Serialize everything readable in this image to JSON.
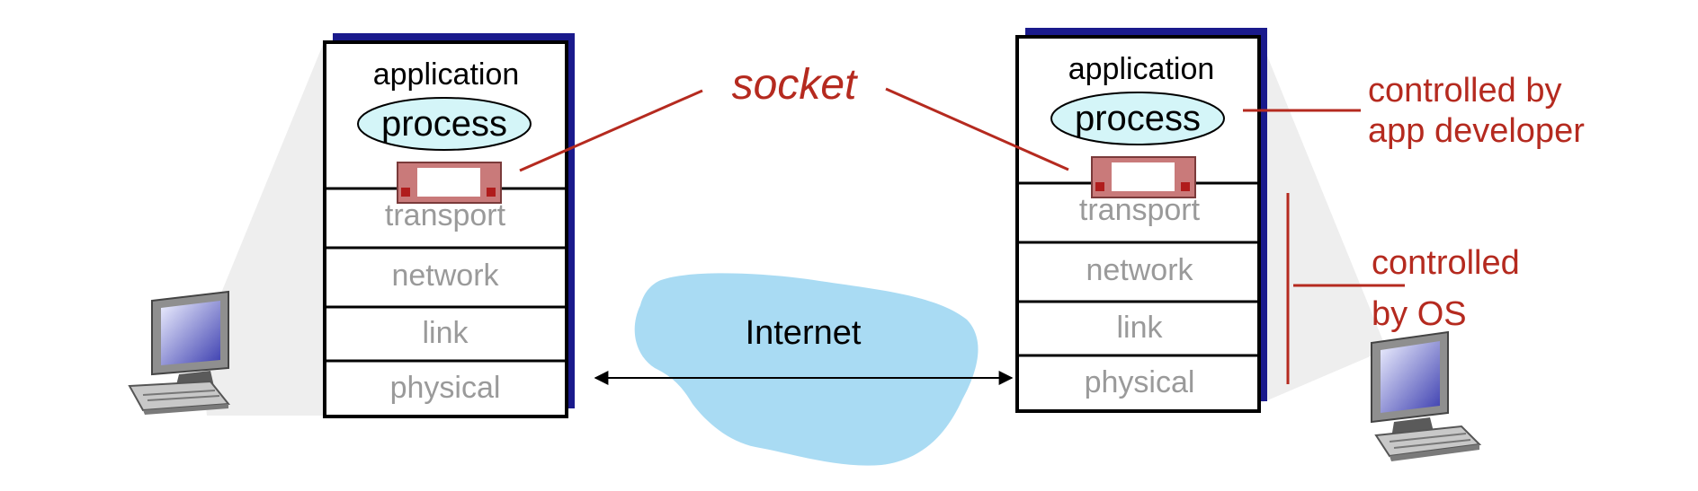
{
  "socket_label": "socket",
  "cloud_label": "Internet",
  "left_host": {
    "application": "application",
    "process": "process",
    "layers": [
      "transport",
      "network",
      "link",
      "physical"
    ]
  },
  "right_host": {
    "application": "application",
    "process": "process",
    "layers": [
      "transport",
      "network",
      "link",
      "physical"
    ]
  },
  "annotations": {
    "app_developer": [
      "controlled by",
      "app developer"
    ],
    "os": [
      "controlled",
      "by OS"
    ]
  },
  "colors": {
    "annotation_red": "#b52a1f",
    "stack_shadow": "#1a1a8c",
    "cloud_blue": "#a9dbf3",
    "process_fill": "#d4f5f8",
    "socket_fill": "#c97a7a",
    "lower_layer_text": "#9a9a9a"
  },
  "icons": [
    "desktop-computer-icon",
    "desktop-computer-icon"
  ]
}
